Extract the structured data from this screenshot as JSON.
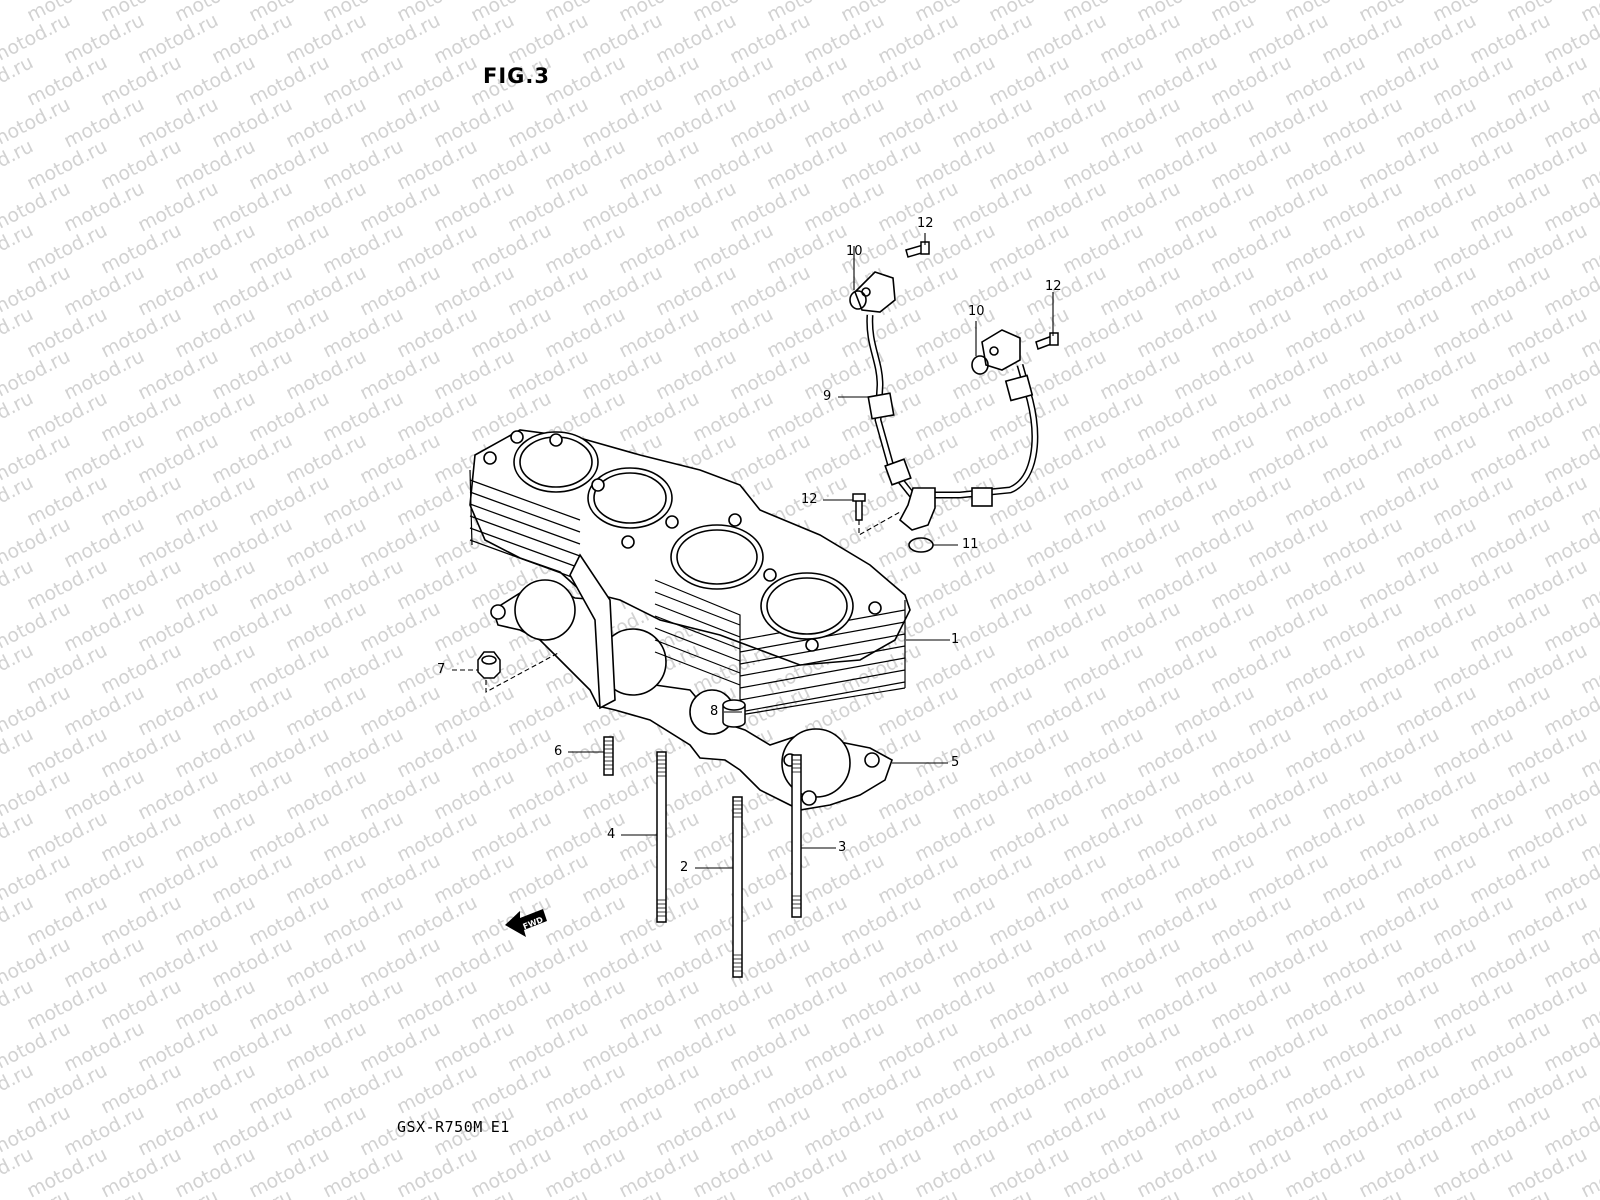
{
  "figure": {
    "title": "FIG.3",
    "model": "GSX-R750M",
    "region": "E1",
    "fwd_label": "FWD"
  },
  "watermark": {
    "text": "motod.ru",
    "color": "#d2d2d2"
  },
  "callouts": [
    {
      "id": "c1",
      "number": "1"
    },
    {
      "id": "c2",
      "number": "2"
    },
    {
      "id": "c3",
      "number": "3"
    },
    {
      "id": "c4",
      "number": "4"
    },
    {
      "id": "c5",
      "number": "5"
    },
    {
      "id": "c6",
      "number": "6"
    },
    {
      "id": "c7",
      "number": "7"
    },
    {
      "id": "c8",
      "number": "8"
    },
    {
      "id": "c9",
      "number": "9"
    },
    {
      "id": "c10a",
      "number": "10"
    },
    {
      "id": "c10b",
      "number": "10"
    },
    {
      "id": "c11",
      "number": "11"
    },
    {
      "id": "c12a",
      "number": "12"
    },
    {
      "id": "c12b",
      "number": "12"
    },
    {
      "id": "c12c",
      "number": "12"
    }
  ]
}
